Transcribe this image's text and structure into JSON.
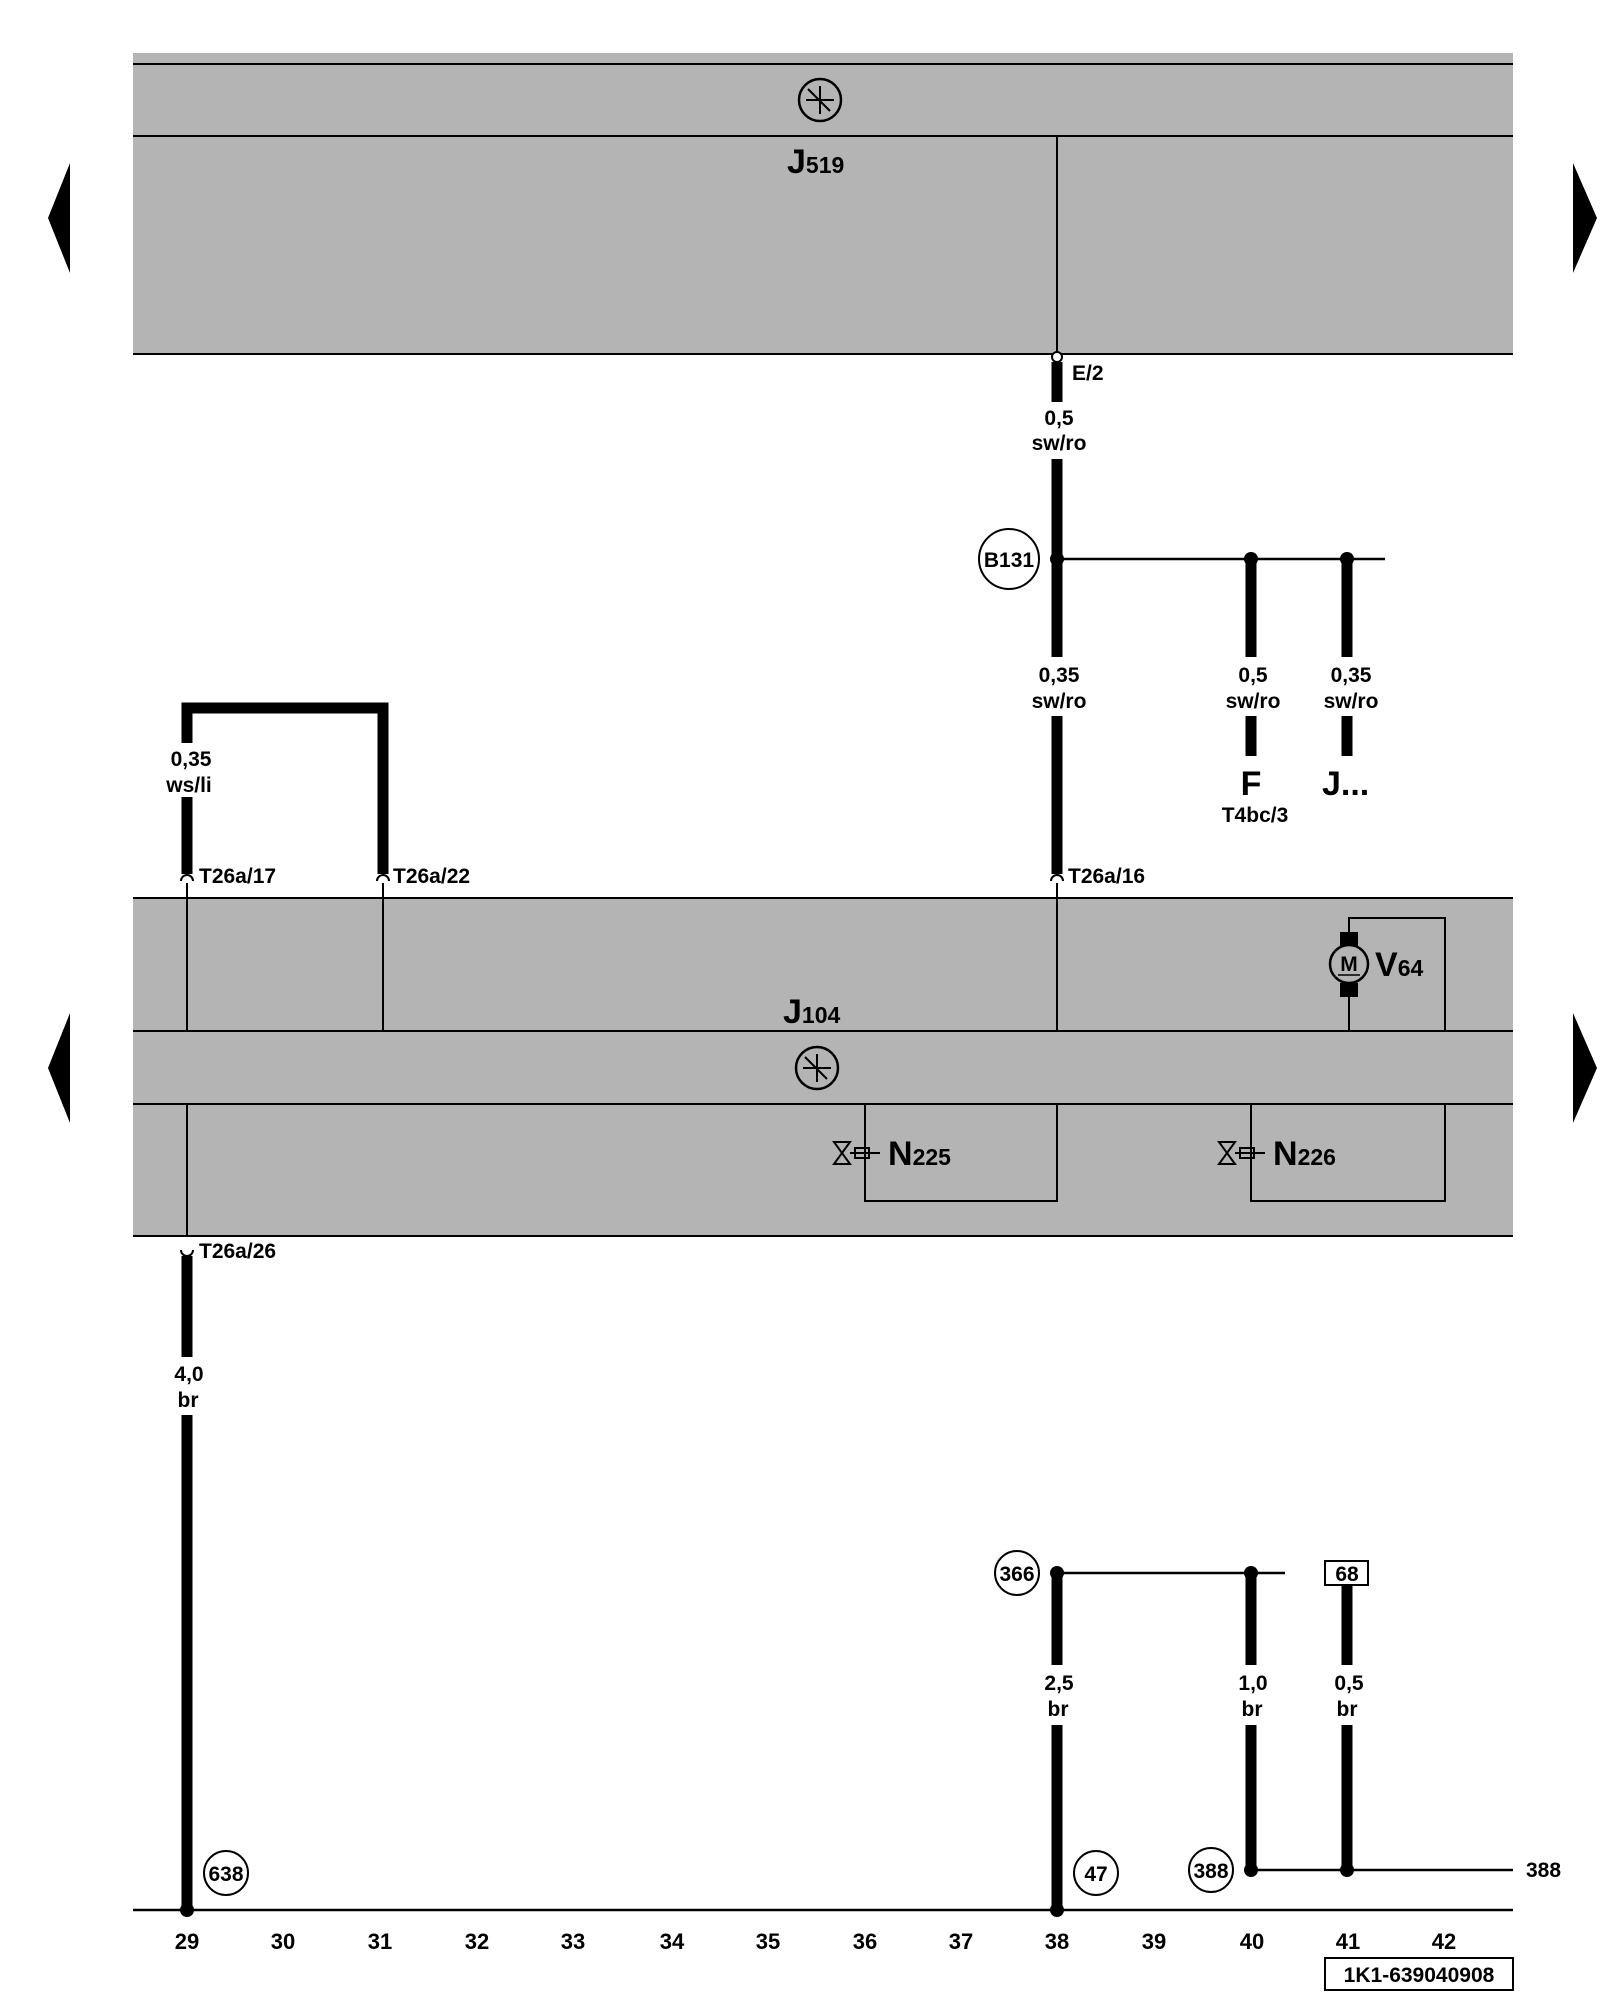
{
  "components": {
    "j519": {
      "letter": "J",
      "sub": "519"
    },
    "j104": {
      "letter": "J",
      "sub": "104"
    },
    "v64": {
      "letter": "V",
      "sub": "64",
      "motor_symbol": "M"
    },
    "n225": {
      "letter": "N",
      "sub": "225"
    },
    "n226": {
      "letter": "N",
      "sub": "226"
    },
    "f": {
      "letter": "F",
      "pin": "T4bc/3"
    },
    "j_more": {
      "letter": "J..."
    }
  },
  "connectors": {
    "e2": "E/2",
    "t26a17": "T26a/17",
    "t26a22": "T26a/22",
    "t26a16": "T26a/16",
    "t26a26": "T26a/26"
  },
  "wires": {
    "w_e2": {
      "size": "0,5",
      "color": "sw/ro"
    },
    "w_b131_down": {
      "size": "0,35",
      "color": "sw/ro"
    },
    "w_f": {
      "size": "0,5",
      "color": "sw/ro"
    },
    "w_j": {
      "size": "0,35",
      "color": "sw/ro"
    },
    "w_bridge": {
      "size": "0,35",
      "color": "ws/li"
    },
    "w_ground": {
      "size": "4,0",
      "color": "br"
    },
    "w_366": {
      "size": "2,5",
      "color": "br"
    },
    "w_388": {
      "size": "1,0",
      "color": "br"
    },
    "w_68": {
      "size": "0,5",
      "color": "br"
    }
  },
  "references": {
    "b131": "B131",
    "r366": "366",
    "r638": "638",
    "r47": "47",
    "r388": "388",
    "box68": "68",
    "continue388": "388"
  },
  "positions": [
    "29",
    "30",
    "31",
    "32",
    "33",
    "34",
    "35",
    "36",
    "37",
    "38",
    "39",
    "40",
    "41",
    "42"
  ],
  "doc_code": "1K1-639040908",
  "colors": {
    "module_fill": "#b4b4b4",
    "line": "#000000",
    "background": "#ffffff"
  }
}
